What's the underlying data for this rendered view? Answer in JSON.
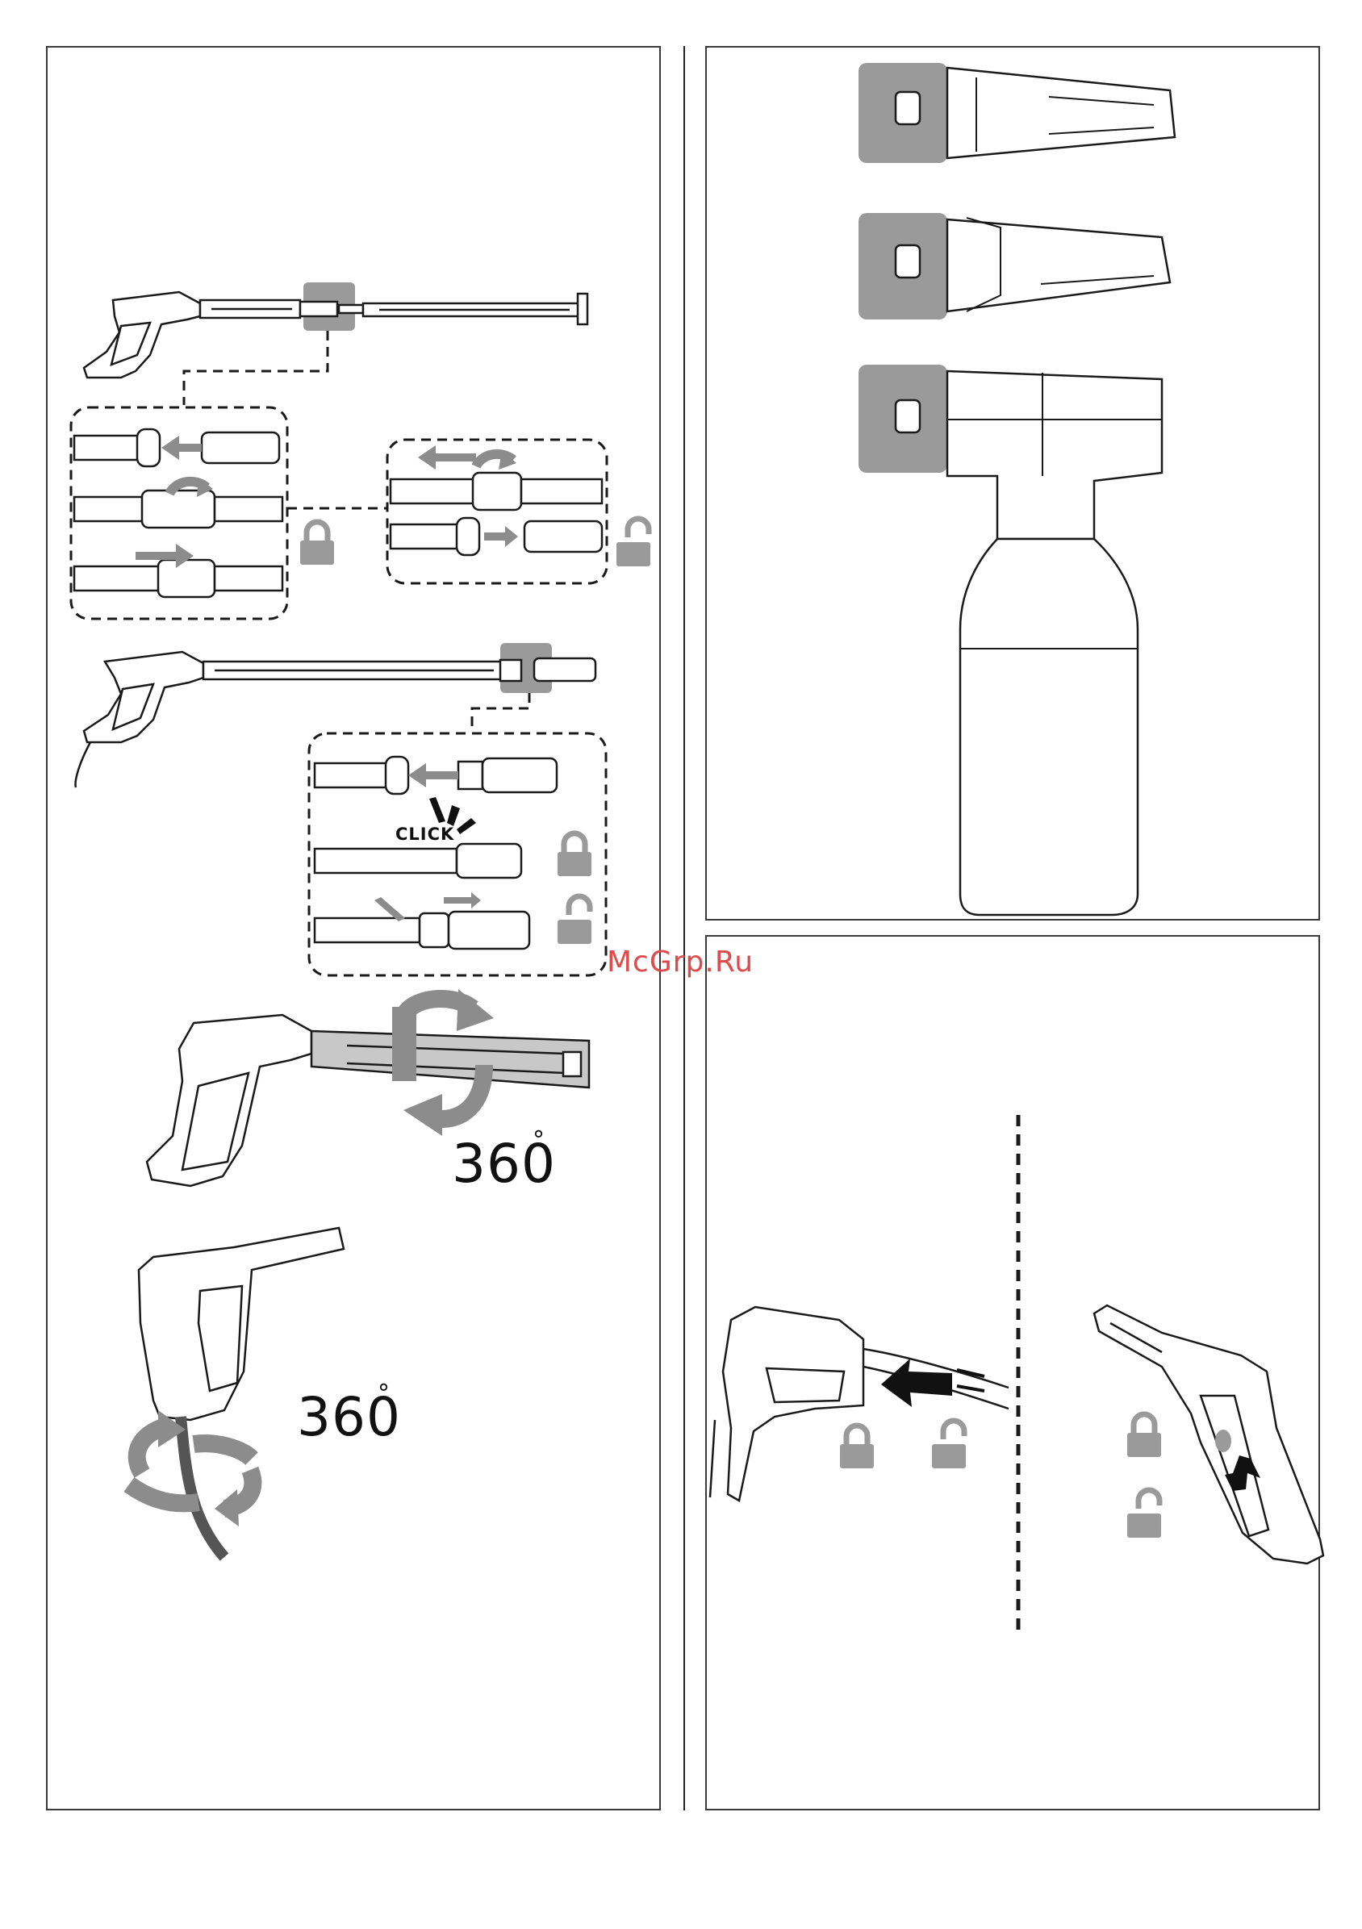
{
  "labels": {
    "rotation_1": "360",
    "rotation_2": "360",
    "degree_symbol": "°",
    "click_text": "CLICK"
  },
  "watermark": "McGrp.Ru",
  "icons": [
    "padlock-closed-icon",
    "padlock-open-icon",
    "rotate-arrows-icon",
    "push-arrow-icon",
    "spray-gun-icon",
    "nozzle-icon",
    "foam-bottle-icon"
  ],
  "colors": {
    "line": "#1a1a1a",
    "grey_highlight": "#9a9a9a",
    "arrow_grey": "#8c8c8c",
    "watermark": "#e04a4a"
  }
}
